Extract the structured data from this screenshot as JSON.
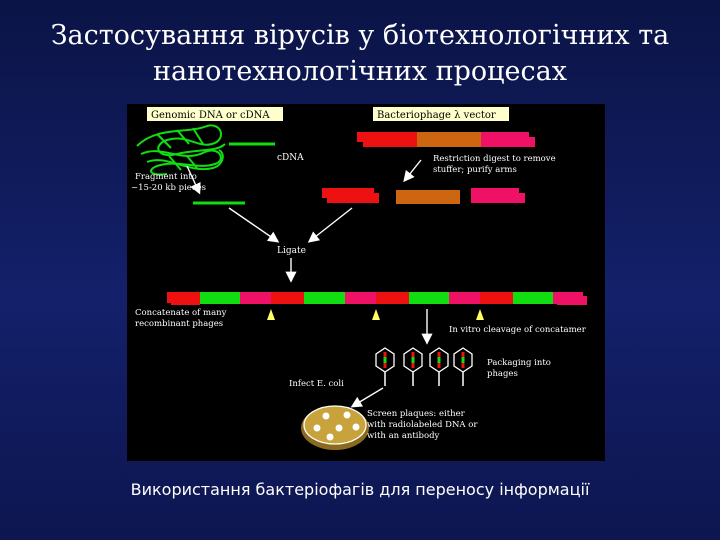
{
  "title_line1": "Застосування вірусів у біотехнологічних та",
  "title_line2": "нанотехнологічних процесах",
  "caption": "Використання бактеріофагів для переносу інформації",
  "diagram": {
    "label_genomic": "Genomic DNA or cDNA",
    "label_vector": "Bacteriophage λ vector",
    "label_cdna": "cDNA",
    "label_restriction_1": "Restriction digest to remove",
    "label_restriction_2": "stuffer; purify arms",
    "label_fragment_1": "Fragment into",
    "label_fragment_2": "~15-20 kb pieces",
    "label_ligate": "Ligate",
    "label_concatenate_1": "Concatenate of many",
    "label_concatenate_2": "recombinant phages",
    "label_cleavage": "In vitro cleavage of concatamer",
    "label_packaging_1": "Packaging into",
    "label_packaging_2": "phages",
    "label_infect": "Infect E. coli",
    "label_screen_1": "Screen plaques: either",
    "label_screen_2": "with radiolabeled DNA or",
    "label_screen_3": "with an antibody",
    "colors": {
      "arm_red": "#ee1111",
      "stuffer": "#cc6611",
      "arm_pink": "#ee1166",
      "insert_green": "#11dd11",
      "label_box": "#ffffcc",
      "plate": "#c8a23a"
    }
  }
}
